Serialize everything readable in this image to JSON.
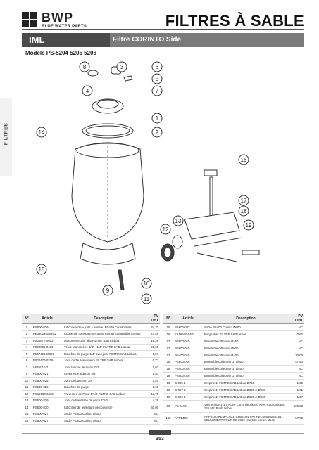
{
  "header": {
    "brand": "BWP",
    "brand_sub": "BLUE WATER PARTS",
    "title": "FILTRES À SABLE"
  },
  "section": {
    "code": "IML",
    "product": "Filtre CORINTO Side"
  },
  "model_line": "Modèle PS-5204 5205 5206",
  "side_tab": "FILTRES",
  "callouts": [
    "1",
    "2",
    "3",
    "4",
    "5",
    "6",
    "7",
    "8",
    "9",
    "10",
    "11",
    "12",
    "13",
    "14",
    "15",
    "16",
    "17",
    "18",
    "19"
  ],
  "table_headers": {
    "num": "N°",
    "article": "Article",
    "description": "Description",
    "price": "PV €/HT"
  },
  "table_left": [
    {
      "num": "1",
      "article": "PS500-829",
      "description": "Kit couvercle + joint + anneau PS400 Corinto Side",
      "price": "34,70"
    },
    {
      "num": "2",
      "article": "FE330335S0261",
      "description": "Couvercle transparent PS400 Roma / compatible Corinto",
      "price": "27,48"
    },
    {
      "num": "3",
      "article": "FS00877-0503",
      "description": "Manomètre 1/8\" 3kg FILTRE SAB Lisboa",
      "price": "16,26"
    },
    {
      "num": "4",
      "article": "FS00905-0401",
      "description": "Té de Manomètre 1/8\" - 1/4\" FILTRE SAB Lisboa",
      "price": "21,90"
    },
    {
      "num": "5",
      "article": "FS07405S0026",
      "description": "Bouchon de purge 1/4\" avec joint FILTRE SAB Lisboa",
      "price": "1,57"
    },
    {
      "num": "6",
      "article": "FS00470-0319",
      "description": "Joint de Té Manomètre FILTRE SAB Lisboa",
      "price": "0,73"
    },
    {
      "num": "7",
      "article": "VF51010-7",
      "description": "Joint torique de mano 7x3",
      "price": "1,03"
    },
    {
      "num": "9",
      "article": "PS500-821",
      "description": "Crépine de vidange 3/8\"",
      "price": "1,53"
    },
    {
      "num": "10",
      "article": "PS500-825",
      "description": "Joint de bouchon 3/8\"",
      "price": "1,57"
    },
    {
      "num": "11",
      "article": "PS500-826",
      "description": "Bouchon de purge",
      "price": "1,96"
    },
    {
      "num": "12",
      "article": "PS16600-0418",
      "description": "Traversée de Paroi 1\"1/2 FILTRE SAB Lisboa",
      "price": "13,79"
    },
    {
      "num": "13",
      "article": "PS500-819",
      "description": "Joint de traversée de paroi 1\"1/2",
      "price": "4,29"
    },
    {
      "num": "14",
      "article": "PS500-830",
      "description": "Kit collier de fermeture de couvercle",
      "price": "60,00"
    },
    {
      "num": "15",
      "article": "PS400-027",
      "description": "Socle PS400 Corinto Ø400",
      "price": "NC"
    },
    {
      "num": "15",
      "article": "PS500-027",
      "description": "Socle PS400 Corinto Ø500",
      "price": "NC"
    }
  ],
  "table_right": [
    {
      "num": "15",
      "article": "PS600-027",
      "description": "Socle PS400 Corinto Ø600",
      "price": "NC"
    },
    {
      "num": "16",
      "article": "FS16660-0403",
      "description": "Purge d'air FILTRE SAB Lisboa",
      "price": "0,62"
    },
    {
      "num": "17",
      "article": "PS500-015",
      "description": "Ensemble diffuseur Ø450",
      "price": "NC"
    },
    {
      "num": "17",
      "article": "PS600-015",
      "description": "Ensemble diffuseur Ø600",
      "price": "NC"
    },
    {
      "num": "17",
      "article": "PS400-015",
      "description": "Ensemble diffuseur Ø400",
      "price": "30,00"
    },
    {
      "num": "18",
      "article": "PS500-016",
      "description": "Ensemble collecteur 1\" Ø500",
      "price": "57,90"
    },
    {
      "num": "18",
      "article": "PS400-016",
      "description": "Ensemble collecteur 1\" Ø400",
      "price": "NC"
    },
    {
      "num": "18",
      "article": "PS500-016",
      "description": "Ensemble collecteur 1\" Ø500",
      "price": "NC"
    },
    {
      "num": "19",
      "article": "C-005-1",
      "description": "Crépine 1\" FILTRE SAB Lisboa Ø750",
      "price": "1,65"
    },
    {
      "num": "19",
      "article": "C-007-1",
      "description": "Crépine 1\" FILTRE SAB Lisboa Ø350 À Ø600",
      "price": "1,61"
    },
    {
      "num": "19",
      "article": "C-006-1",
      "description": "Crépine 1\" FILTRE SAB Lisboa Ø600 À Ø900",
      "price": "1,37"
    },
    {
      "num": "99",
      "article": "PS-6165",
      "description": "Vanne Side 1\"1/2 Noire Corso (feuillons) Avec Raccords Ent. 126 Mm Push Lisboa",
      "price": "106,33",
      "tall": true
    },
    {
      "num": "100",
      "article": "APPB100",
      "description": "APPB100 REMPLACE CH021ML PAT PEC065550S0201 SEULEMENT POUR DE 2019 (sur 550 pcs en stock)",
      "price": "57,90",
      "tall": true
    }
  ],
  "page_number": "353"
}
